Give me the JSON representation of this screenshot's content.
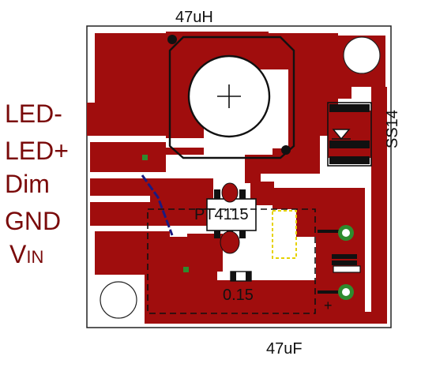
{
  "components": {
    "inductor": "47uH",
    "diode": "SS14",
    "ic": "PT4115",
    "sense_resistor": "0.15",
    "capacitor": "47uF",
    "cap_polarity": "+"
  },
  "pins": {
    "led_minus": "LED-",
    "led_plus": "LED+",
    "dim": "Dim",
    "gnd": "GND",
    "vin_main": "V",
    "vin_sub": "IN"
  },
  "colors": {
    "copper": "#a00d0d",
    "board": "#ffffff",
    "silkscreen": "#111111",
    "pin_label": "#7a0a0a",
    "via": "#2e8b2e",
    "jumper": "#1a1a80",
    "highlight": "#e6d200"
  }
}
